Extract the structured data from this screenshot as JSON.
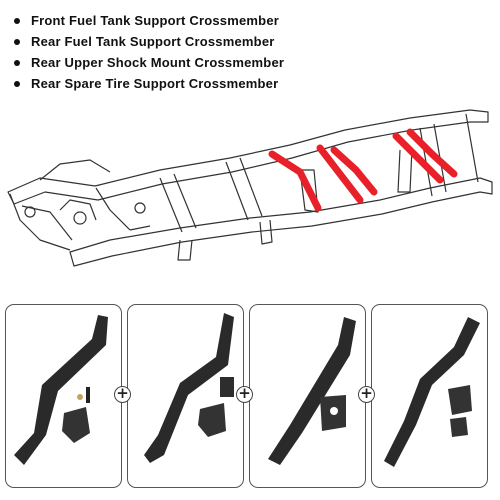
{
  "bullets": [
    "Front Fuel Tank Support Crossmember",
    "Rear Fuel Tank Support Crossmember",
    "Rear Upper Shock Mount Crossmember",
    "Rear Spare Tire Support Crossmember"
  ],
  "plus_sign": "+",
  "colors": {
    "highlight": "#e8202a",
    "part": "#2a2a2a",
    "frame_line": "#333333"
  },
  "icons": [
    "bullet-dot-icon",
    "plus-circle-icon"
  ]
}
